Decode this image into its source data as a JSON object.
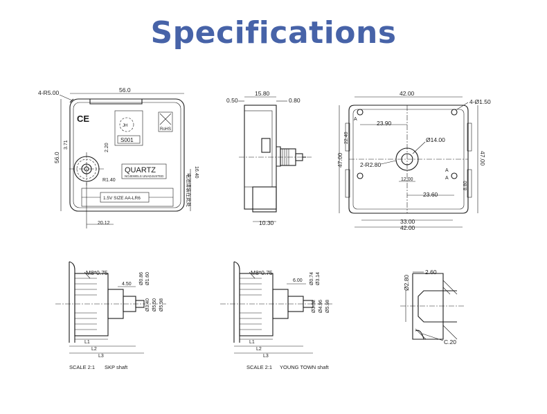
{
  "header": {
    "title": "Specifications"
  },
  "front_view": {
    "corner_radius": "4-R5.00",
    "width": "56.0",
    "height": "56.0",
    "dim_371": "3.71",
    "dim_220": "2.20",
    "radius_140": "R1.40",
    "dim_1640": "16.40",
    "dim_2012": "20.12",
    "ce_mark": "CE",
    "rohs": "RoHS",
    "jh_mark": "JH",
    "code": "S001",
    "quartz": "QUARTZ",
    "quartz_sub": "NOJEWELS UNADJUSTED",
    "side_text": "电池请装在此处",
    "battery": "1.5V  SIZE  AA-LR6"
  },
  "side_view": {
    "dim_1580": "15.80",
    "dim_050": "0.50",
    "dim_080": "0.80",
    "dim_1030": "10.30"
  },
  "back_view": {
    "top_width": "42.00",
    "holes": "4-Ø1.50",
    "dim_2240": "22.40",
    "dim_2390": "23.90",
    "dim_4700_left": "47.00",
    "dim_4700_right": "47.00",
    "dim_1400": "Ø14.00",
    "radius_280": "2-R2.80",
    "dim_1200": "12.00",
    "dim_2360": "23.60",
    "dim_880": "8.80",
    "dim_3300": "33.00",
    "bottom_width": "42.00",
    "section_a": "A"
  },
  "shaft_skp": {
    "thread": "M8*0.75",
    "dim_450": "4.50",
    "label_l1": "L1",
    "label_l2": "L2",
    "label_l3": "L3",
    "d1": "Ø0.86",
    "d2": "Ø1.60",
    "d3": "Ø3.40",
    "d4": "Ø5.50",
    "d5": "Ø5.98",
    "caption_scale": "SCALE  2:1",
    "caption_name": "SKP shaft"
  },
  "shaft_yt": {
    "thread": "M8*0.75",
    "dim_600": "6.00",
    "label_l1": "L1",
    "label_l2": "L2",
    "label_l3": "L3",
    "d1": "Ø0.74",
    "d2": "Ø3.14",
    "d3": "Ø3.32",
    "d4": "Ø4.96",
    "d5": "Ø5.98",
    "caption_scale": "SCALE  2:1",
    "caption_name": "YOUNG TOWN shaft"
  },
  "detail": {
    "dim_260": "2.60",
    "dim_280": "Ø2.80",
    "chamfer": "C.20"
  }
}
